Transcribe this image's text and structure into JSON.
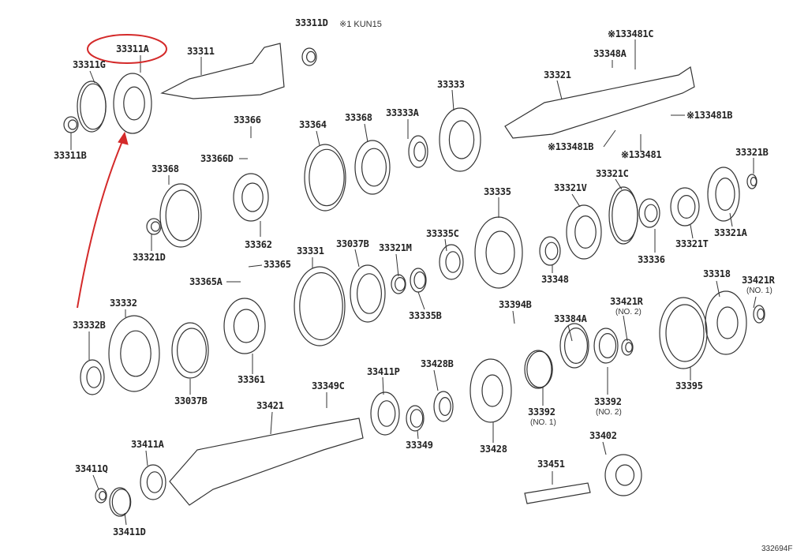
{
  "diagram_code": "332694F",
  "note": "※1 KUN15",
  "highlight": {
    "part": "33311A",
    "color": "#d42a2a"
  },
  "parts": {
    "p33311D": "33311D",
    "p33311A": "33311A",
    "p33311": "33311",
    "p33311G": "33311G",
    "p33311B": "33311B",
    "p33481C": "※133481C",
    "p33348A": "33348A",
    "p33321": "33321",
    "p33333": "33333",
    "p33333A": "33333A",
    "p33368a": "33368",
    "p33364": "33364",
    "p33366": "33366",
    "p33366D": "33366D",
    "p33481Ba": "※133481B",
    "p33481Bb": "※133481B",
    "p33481": "※133481",
    "p33321B": "33321B",
    "p33368b": "33368",
    "p33362": "33362",
    "p33321D": "33321D",
    "p33335": "33335",
    "p33321V": "33321V",
    "p33321C": "33321C",
    "p33336": "33336",
    "p33321T": "33321T",
    "p33321A": "33321A",
    "p33331": "33331",
    "p33037Ba": "33037B",
    "p33321M": "33321M",
    "p33335C": "33335C",
    "p33365": "33365",
    "p33365A": "33365A",
    "p33348": "33348",
    "p33335B": "33335B",
    "p33318": "33318",
    "p33421R1": "33421R",
    "p33421R1sub": "(NO. 1)",
    "p33332": "33332",
    "p33332B": "33332B",
    "p33037Bb": "33037B",
    "p33361": "33361",
    "p33394B": "33394B",
    "p33384A": "33384A",
    "p33421R2": "33421R",
    "p33421R2sub": "(NO. 2)",
    "p33392a": "33392",
    "p33392asub": "(NO. 1)",
    "p33392b": "33392",
    "p33392bsub": "(NO. 2)",
    "p33395": "33395",
    "p33411P": "33411P",
    "p33428B": "33428B",
    "p33349C": "33349C",
    "p33421": "33421",
    "p33349": "33349",
    "p33428": "33428",
    "p33411A": "33411A",
    "p33402": "33402",
    "p33411Q": "33411Q",
    "p33451": "33451",
    "p33411D": "33411D"
  }
}
